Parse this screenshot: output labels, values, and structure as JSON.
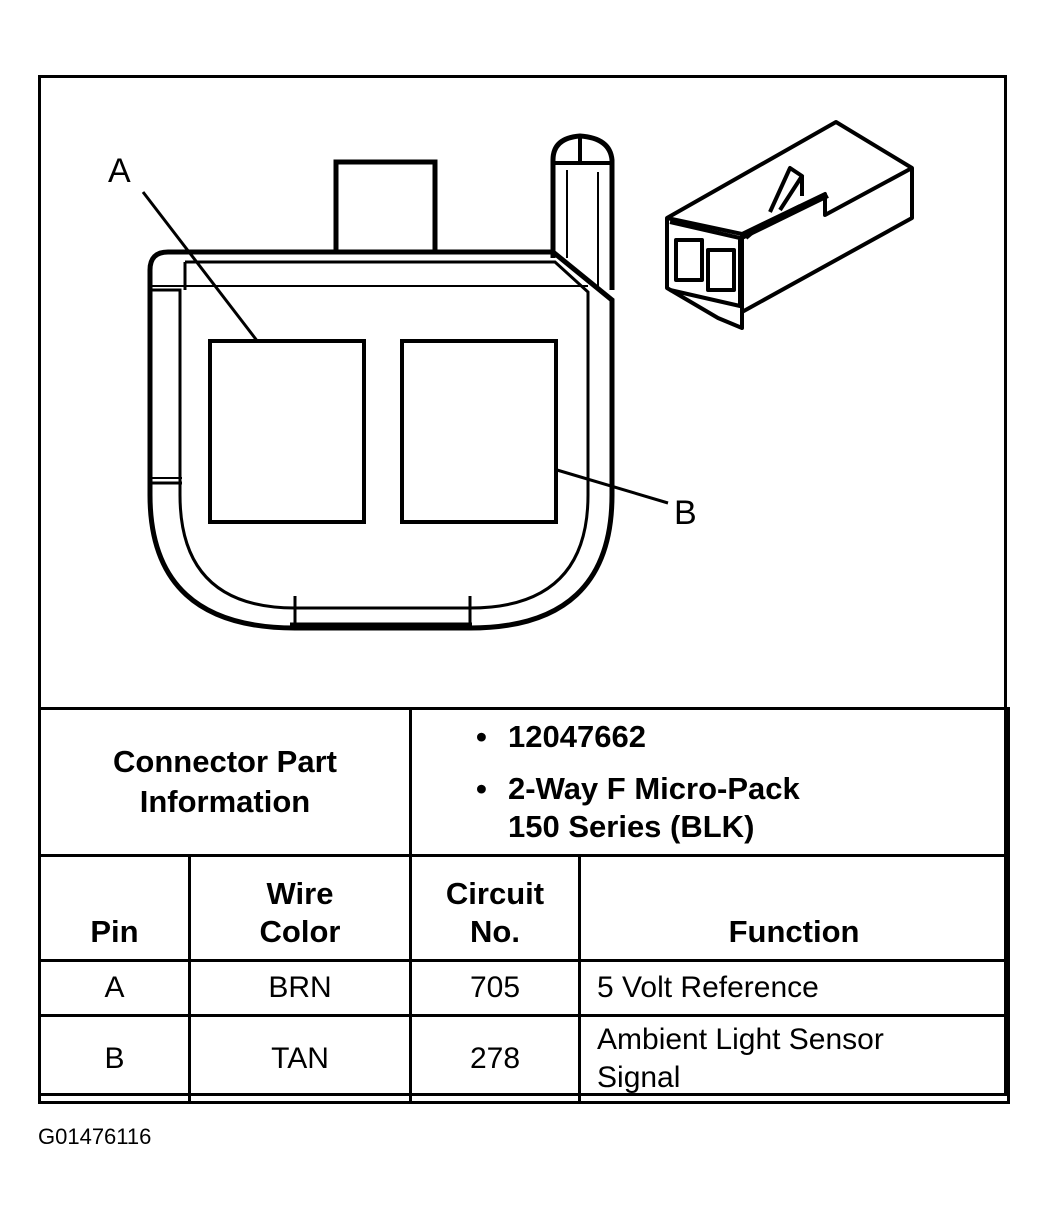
{
  "diagram": {
    "label_a": "A",
    "label_b": "B"
  },
  "connector_info": {
    "title_line1": "Connector Part",
    "title_line2": "Information",
    "part_number": "12047662",
    "description_line1": "2-Way F Micro-Pack",
    "description_line2": "150 Series (BLK)",
    "bullet": "•"
  },
  "table": {
    "headers": {
      "pin": "Pin",
      "wire_color_line1": "Wire",
      "wire_color_line2": "Color",
      "circuit_line1": "Circuit",
      "circuit_line2": "No.",
      "function": "Function"
    },
    "rows": [
      {
        "pin": "A",
        "wire_color": "BRN",
        "circuit": "705",
        "function_line1": "5 Volt Reference",
        "function_line2": ""
      },
      {
        "pin": "B",
        "wire_color": "TAN",
        "circuit": "278",
        "function_line1": "Ambient Light Sensor",
        "function_line2": "Signal"
      }
    ]
  },
  "figure_code": "G01476116"
}
